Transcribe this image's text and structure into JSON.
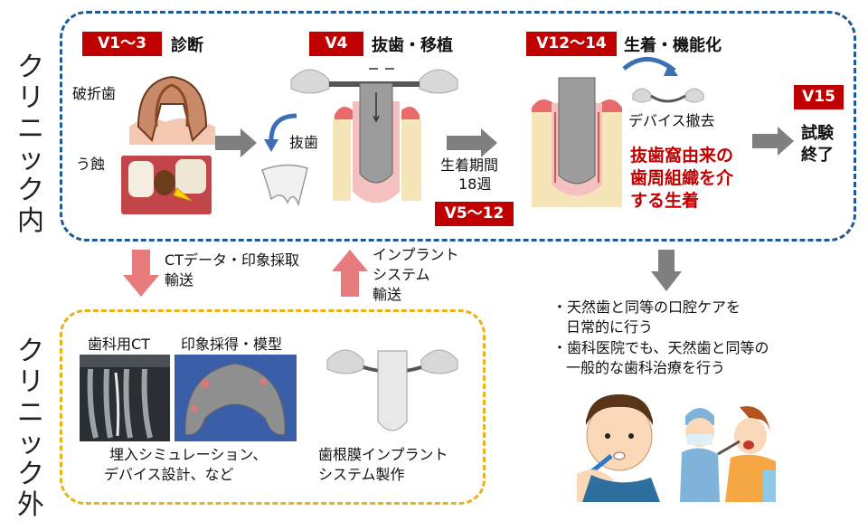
{
  "regions": {
    "clinic_inside": "クリニック内",
    "clinic_outside": "クリニック外"
  },
  "steps": {
    "diagnosis": {
      "visit": "V1～3",
      "title": "診断",
      "fractured": "破折歯",
      "caries": "う蝕"
    },
    "extraction": {
      "visit": "V4",
      "title": "抜歯・移植",
      "extract_label": "抜歯"
    },
    "engraftment_wait": {
      "period": "生着期間",
      "weeks": "18週",
      "visit": "V5～12"
    },
    "engraftment": {
      "visit": "V12～14",
      "title": "生着・機能化",
      "device_removal": "デバイス撤去",
      "highlight": [
        "抜歯窩由来の",
        "歯周組織を介",
        "する生着"
      ]
    },
    "end": {
      "visit": "V15",
      "title": [
        "試験",
        "終了"
      ]
    }
  },
  "transfers": {
    "down": [
      "CTデータ・印象採取",
      "輸送"
    ],
    "up": [
      "インプラント",
      "システム",
      "輸送"
    ]
  },
  "outside": {
    "ct_label": "歯科用CT",
    "impression_label": "印象採得・模型",
    "simulation": [
      "埋入シミュレーション、",
      "デバイス設計、など"
    ],
    "production": [
      "歯根膜インプラント",
      "システム製作"
    ]
  },
  "outcomes": [
    [
      "・天然歯と同等の口腔ケアを",
      "日常的に行う"
    ],
    [
      "・歯科医院でも、天然歯と同等の",
      "一般的な歯科治療を行う"
    ]
  ],
  "colors": {
    "inside_border": "#1f5a96",
    "outside_border": "#e8b21a",
    "accent": "#c00000",
    "arrow_gray": "#7f7f7f",
    "arrow_pink": "#e87b7b"
  }
}
